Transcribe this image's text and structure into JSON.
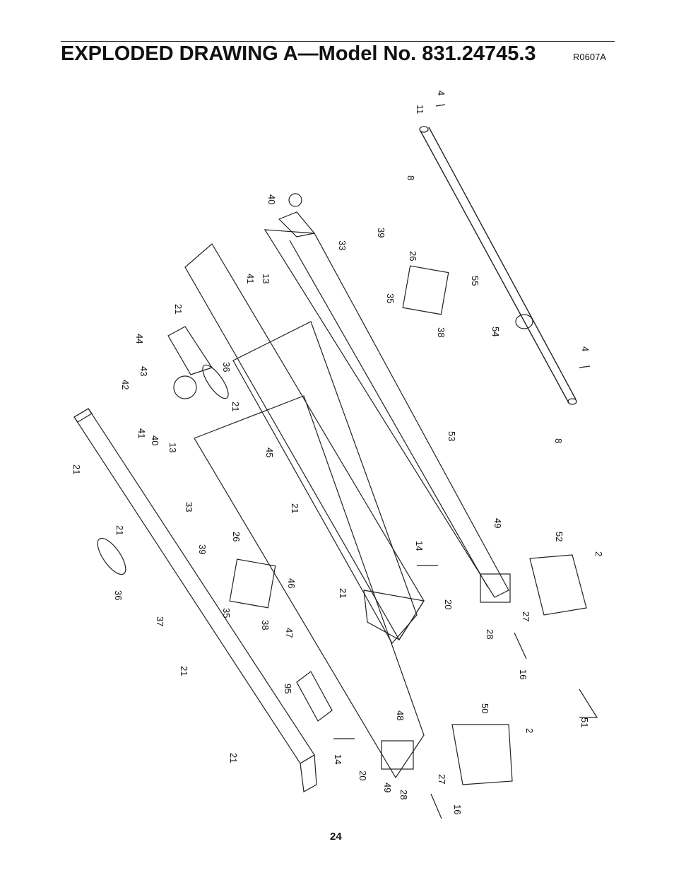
{
  "header": {
    "title": "EXPLODED DRAWING A—Model No. 831.24745.3",
    "drawing_code": "R0607A"
  },
  "footer": {
    "page_number": "24"
  },
  "callouts": [
    "4",
    "11",
    "8",
    "40",
    "33",
    "39",
    "26",
    "13",
    "41",
    "35",
    "38",
    "55",
    "54",
    "4",
    "21",
    "44",
    "43",
    "36",
    "42",
    "21",
    "41",
    "40",
    "13",
    "53",
    "8",
    "45",
    "21",
    "33",
    "39",
    "26",
    "21",
    "49",
    "52",
    "2",
    "14",
    "46",
    "21",
    "35",
    "20",
    "27",
    "38",
    "47",
    "28",
    "37",
    "21",
    "16",
    "95",
    "50",
    "2",
    "48",
    "51",
    "21",
    "14",
    "27",
    "20",
    "49",
    "28",
    "16"
  ]
}
